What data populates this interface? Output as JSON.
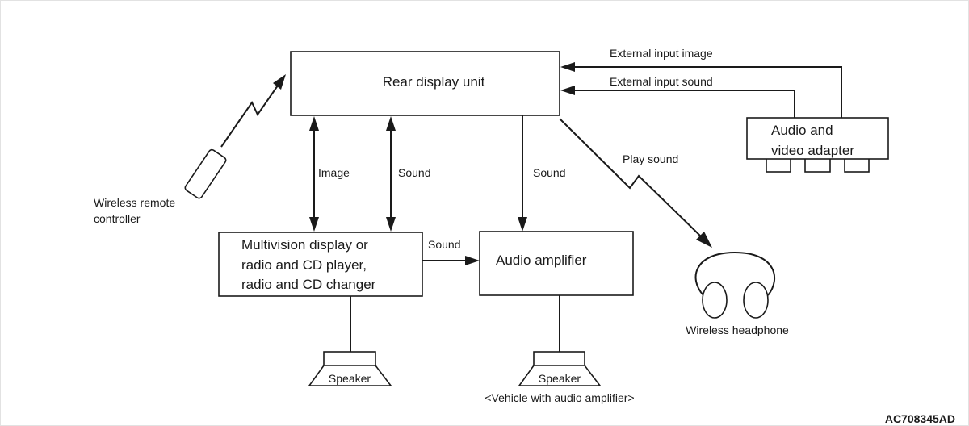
{
  "blocks": {
    "rear_display": "Rear display unit",
    "multivision": [
      "Multivision display or",
      "radio and CD player,",
      "radio and CD changer"
    ],
    "amplifier": "Audio amplifier",
    "adapter": [
      "Audio and",
      "video adapter"
    ],
    "speaker_left": "Speaker",
    "speaker_right": "Speaker"
  },
  "labels": {
    "image": "Image",
    "sound_left": "Sound",
    "sound_mid": "Sound",
    "sound_horizontal": "Sound",
    "external_image": "External input image",
    "external_sound": "External input sound",
    "play_sound": "Play sound",
    "remote": [
      "Wireless remote",
      "controller"
    ],
    "headphone": "Wireless headphone",
    "vehicle_note": "<Vehicle with audio amplifier>"
  },
  "figure_id": "AC708345AD"
}
